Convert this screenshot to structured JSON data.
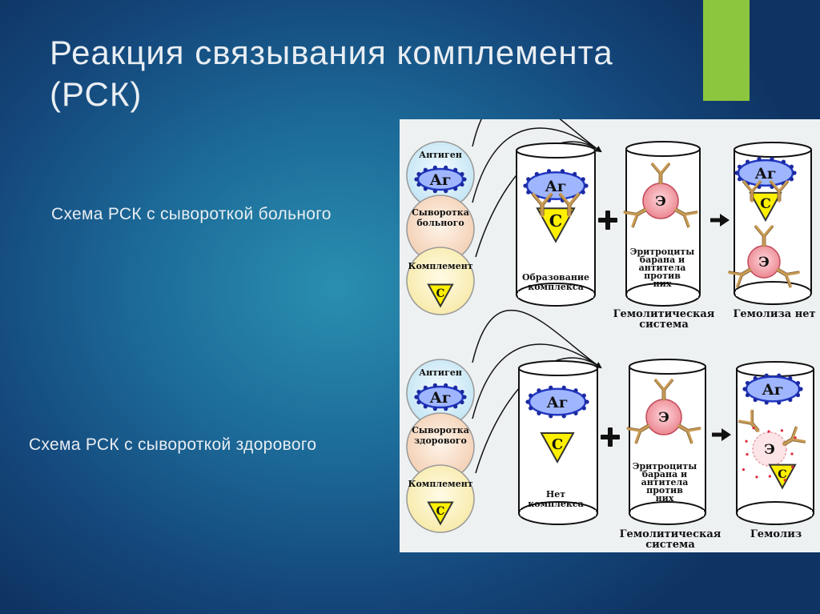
{
  "slide": {
    "title": "Реакция связывания комплемента (РСК)",
    "caption_patient": "Схема РСК с сывороткой больного",
    "caption_healthy": "Схема РСК с сывороткой здорового",
    "accent_color": "#8cc63f"
  },
  "diagram": {
    "top": {
      "circle_antigen": "Антиген",
      "circle_serum": [
        "Сыворотка",
        "больного"
      ],
      "circle_complement": "Комплемент",
      "tube1": [
        "Образование",
        "комплекса"
      ],
      "tube2": [
        "Эритроциты",
        "барана и",
        "антитела",
        "против",
        "них"
      ],
      "label_hemolytic": [
        "Гемолитическая",
        "система"
      ],
      "label_result": "Гемолиза нет"
    },
    "bottom": {
      "circle_antigen": "Антиген",
      "circle_serum": [
        "Сыворотка",
        "здорового"
      ],
      "circle_complement": "Комплемент",
      "tube1": [
        "Нет",
        "комплекса"
      ],
      "tube2": [
        "Эритроциты",
        "барана и",
        "антитела",
        "против",
        "них"
      ],
      "label_hemolytic": [
        "Гемолитическая",
        "система"
      ],
      "label_result": "Гемолиз"
    },
    "symbols": {
      "antigen": "Аг",
      "complement": "С",
      "erythrocyte": "Э",
      "plus": "+"
    }
  }
}
